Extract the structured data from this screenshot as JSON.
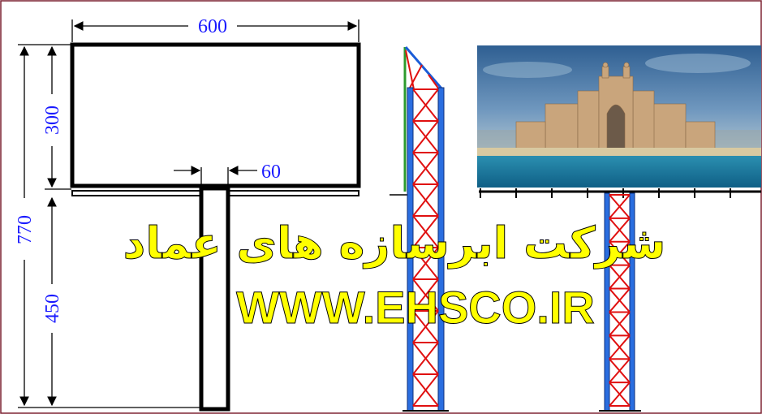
{
  "drawing": {
    "dimensions": {
      "board_width": "600",
      "board_height": "300",
      "total_height": "770",
      "pole_height": "450",
      "pole_width": "60"
    }
  },
  "watermark": {
    "company_name": "شرکت ابرسازه های عماد",
    "website": "WWW.EHSCO.IR"
  },
  "colors": {
    "dimension_text": "#1a1aff",
    "watermark": "#ffff00",
    "truss_red": "#e01010",
    "truss_blue": "#1a5cd8",
    "frame_border": "#7a1e2e"
  }
}
